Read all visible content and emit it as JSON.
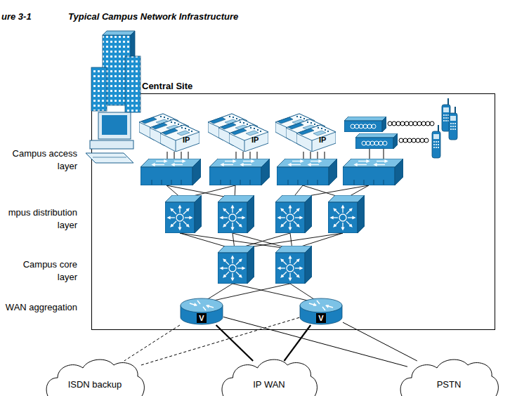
{
  "diagram": {
    "title": "Typical Campus Network Infrastructure",
    "nodes": [
      {
        "text": [
          "Central Site"
        ]
      },
      {
        "text": [
          "V"
        ],
        "in": 0
      },
      {
        "text": [
          "V"
        ],
        "in": 0
      },
      {
        "text": [
          "ISDN backup"
        ]
      },
      {
        "text": [
          "IP WAN"
        ]
      },
      {
        "text": [
          "PSTN"
        ]
      }
    ],
    "edges": [
      {
        "from": 1,
        "to": 3,
        "arrow": "none"
      },
      {
        "from": 2,
        "to": 3,
        "arrow": "none"
      },
      {
        "from": 1,
        "to": 4,
        "arrow": "none"
      },
      {
        "from": 2,
        "to": 4,
        "arrow": "none"
      },
      {
        "from": 1,
        "to": 5,
        "arrow": "none"
      },
      {
        "from": 2,
        "to": 5,
        "arrow": "none"
      }
    ],
    "labels": [
      "ure 3-1",
      "Campus access layer",
      "mpus distribution layer",
      "Campus core layer",
      "WAN aggregation",
      "IP",
      "IP",
      "IP"
    ]
  }
}
